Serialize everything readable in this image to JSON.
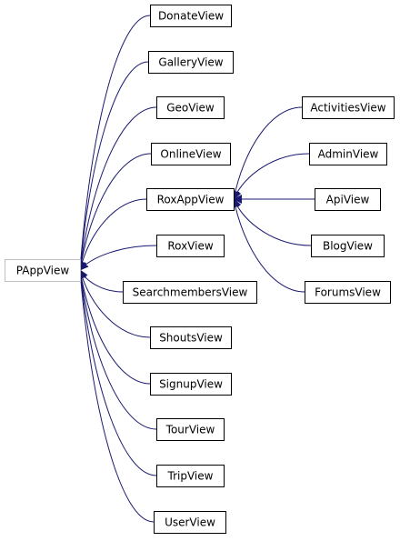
{
  "diagram": {
    "edge_color": "#191970",
    "root": {
      "id": "PAppView",
      "label": "PAppView"
    },
    "children": [
      {
        "id": "DonateView",
        "label": "DonateView"
      },
      {
        "id": "GalleryView",
        "label": "GalleryView"
      },
      {
        "id": "GeoView",
        "label": "GeoView"
      },
      {
        "id": "OnlineView",
        "label": "OnlineView"
      },
      {
        "id": "RoxAppView",
        "label": "RoxAppView"
      },
      {
        "id": "RoxView",
        "label": "RoxView"
      },
      {
        "id": "SearchmembersView",
        "label": "SearchmembersView"
      },
      {
        "id": "ShoutsView",
        "label": "ShoutsView"
      },
      {
        "id": "SignupView",
        "label": "SignupView"
      },
      {
        "id": "TourView",
        "label": "TourView"
      },
      {
        "id": "TripView",
        "label": "TripView"
      },
      {
        "id": "UserView",
        "label": "UserView"
      }
    ],
    "grandchildren": [
      {
        "id": "ActivitiesView",
        "label": "ActivitiesView",
        "parent": "RoxAppView"
      },
      {
        "id": "AdminView",
        "label": "AdminView",
        "parent": "RoxAppView"
      },
      {
        "id": "ApiView",
        "label": "ApiView",
        "parent": "RoxAppView"
      },
      {
        "id": "BlogView",
        "label": "BlogView",
        "parent": "RoxAppView"
      },
      {
        "id": "ForumsView",
        "label": "ForumsView",
        "parent": "RoxAppView"
      }
    ]
  }
}
